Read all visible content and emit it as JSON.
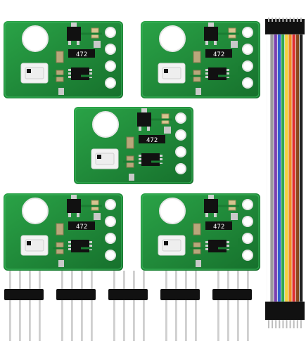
{
  "photo": {
    "board_marking": "472",
    "board_count": 5,
    "pin_header_count": 5,
    "pins_per_header": 4
  },
  "colors": {
    "pcb": "#1f8f3a",
    "pcb_dark": "#16702c",
    "pcb_edge": "#2aa347",
    "pad": "#f4f4f4",
    "pin_metal": "#cfcfcf",
    "pin_plastic": "#111111",
    "ribbon": [
      "#ffffff",
      "#9b9b9b",
      "#7a3fb0",
      "#2f5fd0",
      "#2fa84f",
      "#f2d13b",
      "#f08a24",
      "#e03030",
      "#8b4a1d",
      "#222222"
    ]
  }
}
